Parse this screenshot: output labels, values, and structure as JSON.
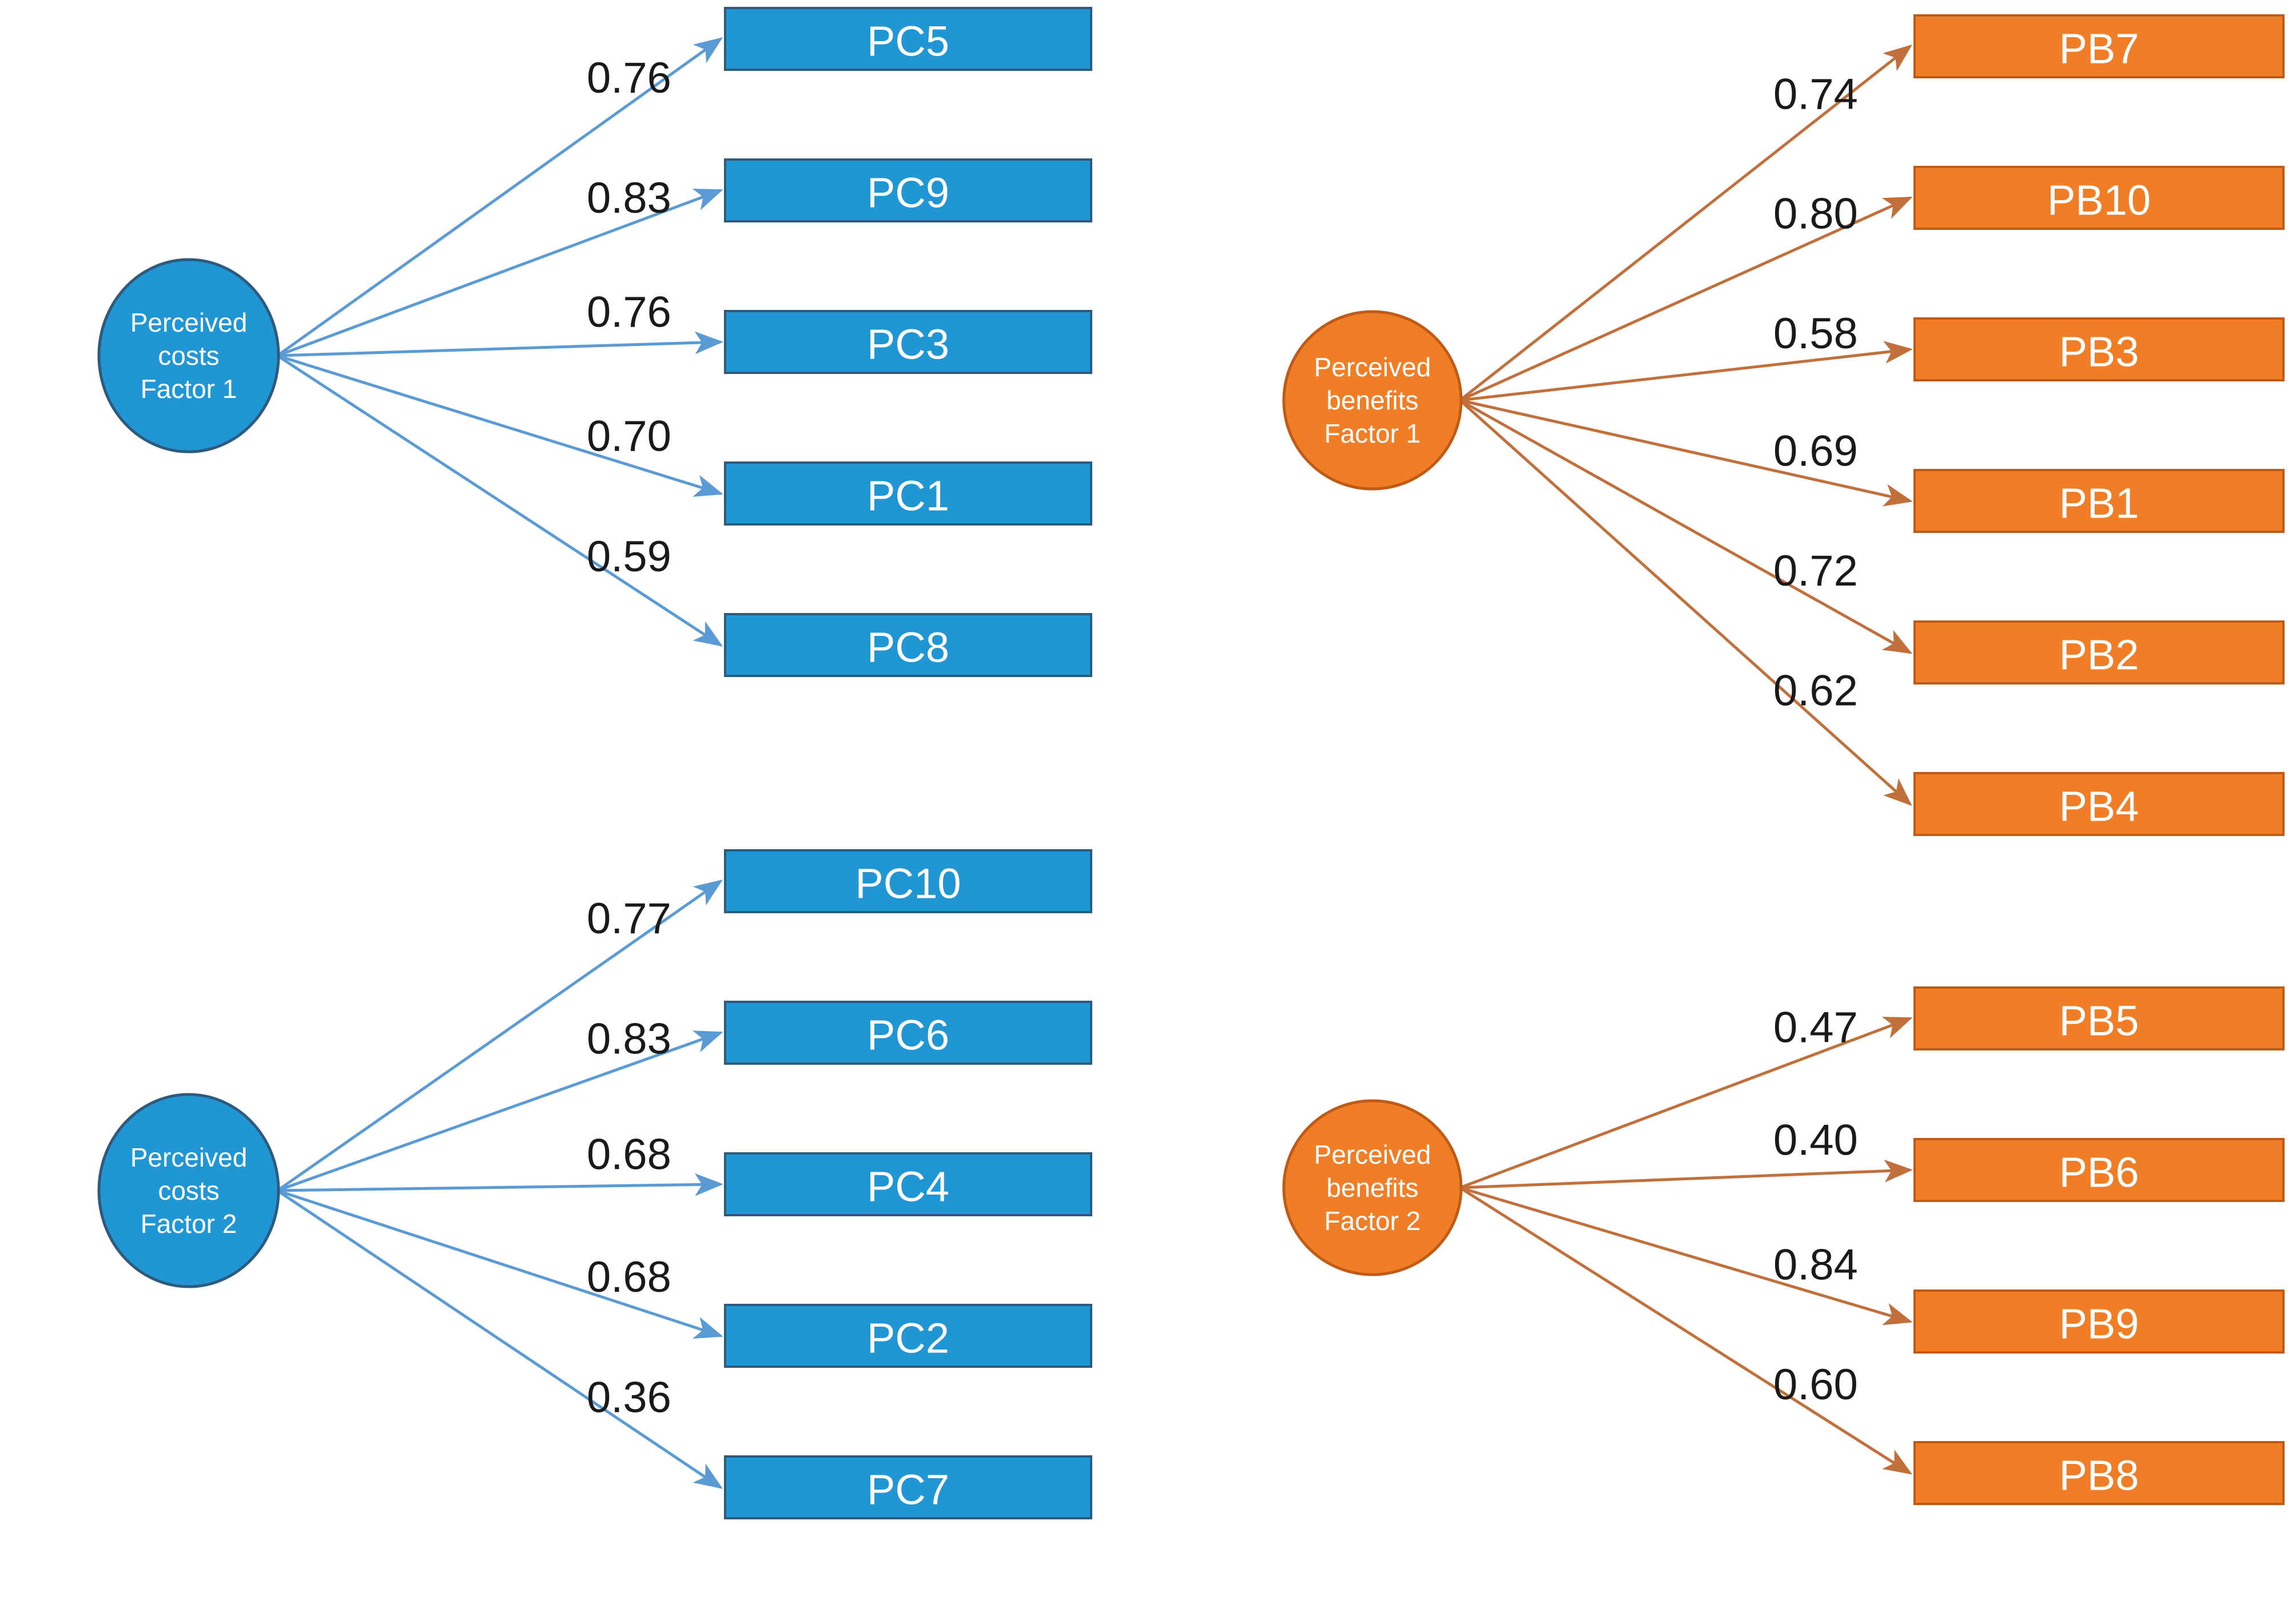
{
  "colors": {
    "blue_fill": "#2196D4",
    "blue_stroke": "#2E5A7E",
    "blue_arrow": "#5B9BD5",
    "orange_fill": "#F07E26",
    "orange_stroke": "#C05A15",
    "orange_arrow": "#C1703C",
    "label_text": "#1a1a1a",
    "box_text": "#ffffff",
    "background": "#ffffff"
  },
  "groups": [
    {
      "id": "perceived-costs-factor-1",
      "factor_label_lines": [
        "Perceived",
        "costs",
        "Factor 1"
      ],
      "palette": "blue",
      "indicators": [
        {
          "label": "PC5",
          "loading": "0.76"
        },
        {
          "label": "PC9",
          "loading": "0.83"
        },
        {
          "label": "PC3",
          "loading": "0.76"
        },
        {
          "label": "PC1",
          "loading": "0.70"
        },
        {
          "label": "PC8",
          "loading": "0.59"
        }
      ]
    },
    {
      "id": "perceived-benefits-factor-1",
      "factor_label_lines": [
        "Perceived",
        "benefits",
        "Factor 1"
      ],
      "palette": "orange",
      "indicators": [
        {
          "label": "PB7",
          "loading": "0.74"
        },
        {
          "label": "PB10",
          "loading": "0.80"
        },
        {
          "label": "PB3",
          "loading": "0.58"
        },
        {
          "label": "PB1",
          "loading": "0.69"
        },
        {
          "label": "PB2",
          "loading": "0.72"
        },
        {
          "label": "PB4",
          "loading": "0.62"
        }
      ]
    },
    {
      "id": "perceived-costs-factor-2",
      "factor_label_lines": [
        "Perceived",
        "costs",
        "Factor 2"
      ],
      "palette": "blue",
      "indicators": [
        {
          "label": "PC10",
          "loading": "0.77"
        },
        {
          "label": "PC6",
          "loading": "0.83"
        },
        {
          "label": "PC4",
          "loading": "0.68"
        },
        {
          "label": "PC2",
          "loading": "0.68"
        },
        {
          "label": "PC7",
          "loading": "0.36"
        }
      ]
    },
    {
      "id": "perceived-benefits-factor-2",
      "factor_label_lines": [
        "Perceived",
        "benefits",
        "Factor 2"
      ],
      "palette": "orange",
      "indicators": [
        {
          "label": "PB5",
          "loading": "0.47"
        },
        {
          "label": "PB6",
          "loading": "0.40"
        },
        {
          "label": "PB9",
          "loading": "0.84"
        },
        {
          "label": "PB8",
          "loading": "0.60"
        }
      ]
    }
  ],
  "chart_data": {
    "type": "diagram",
    "title": "",
    "description": "Confirmatory factor analysis path diagram with four latent factors and their standardized loadings on observed indicators.",
    "factors": [
      {
        "name": "Perceived costs Factor 1",
        "color": "#2196D4",
        "loadings": [
          {
            "indicator": "PC5",
            "value": 0.76
          },
          {
            "indicator": "PC9",
            "value": 0.83
          },
          {
            "indicator": "PC3",
            "value": 0.76
          },
          {
            "indicator": "PC1",
            "value": 0.7
          },
          {
            "indicator": "PC8",
            "value": 0.59
          }
        ]
      },
      {
        "name": "Perceived benefits Factor 1",
        "color": "#F07E26",
        "loadings": [
          {
            "indicator": "PB7",
            "value": 0.74
          },
          {
            "indicator": "PB10",
            "value": 0.8
          },
          {
            "indicator": "PB3",
            "value": 0.58
          },
          {
            "indicator": "PB1",
            "value": 0.69
          },
          {
            "indicator": "PB2",
            "value": 0.72
          },
          {
            "indicator": "PB4",
            "value": 0.62
          }
        ]
      },
      {
        "name": "Perceived costs Factor 2",
        "color": "#2196D4",
        "loadings": [
          {
            "indicator": "PC10",
            "value": 0.77
          },
          {
            "indicator": "PC6",
            "value": 0.83
          },
          {
            "indicator": "PC4",
            "value": 0.68
          },
          {
            "indicator": "PC2",
            "value": 0.68
          },
          {
            "indicator": "PC7",
            "value": 0.36
          }
        ]
      },
      {
        "name": "Perceived benefits Factor 2",
        "color": "#F07E26",
        "loadings": [
          {
            "indicator": "PB5",
            "value": 0.47
          },
          {
            "indicator": "PB6",
            "value": 0.4
          },
          {
            "indicator": "PB9",
            "value": 0.84
          },
          {
            "indicator": "PB8",
            "value": 0.6
          }
        ]
      }
    ]
  }
}
